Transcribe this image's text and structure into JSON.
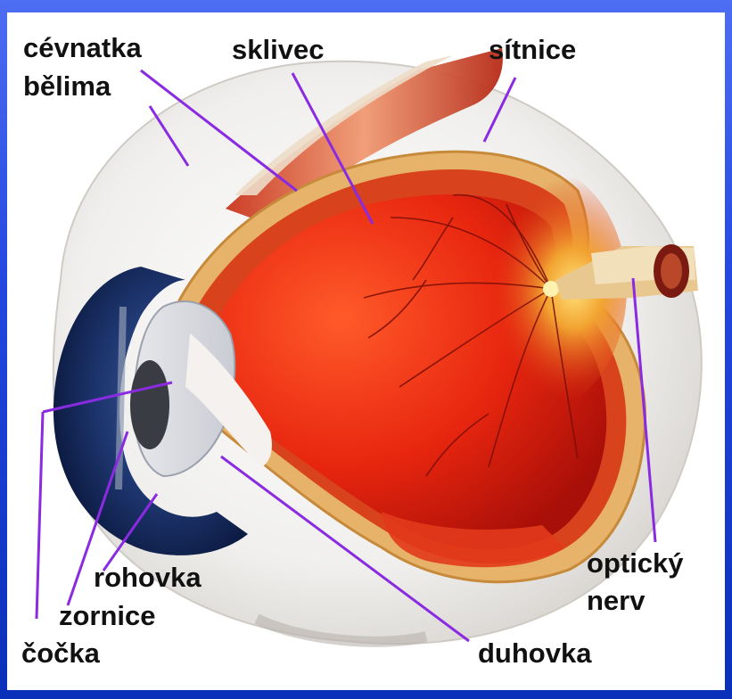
{
  "labels": {
    "cevnatka": "cévnatka",
    "belima": "bělima",
    "sklivec": "sklivec",
    "sitnice": "sítnice",
    "opticky": "optický",
    "nerv": "nerv",
    "rohovka": "rohovka",
    "zornice": "zornice",
    "cocka": "čočka",
    "duhovka": "duhovka"
  },
  "colors": {
    "frame": "#2447e0",
    "leader_line": "#8a2be2",
    "label_text": "#111111"
  }
}
